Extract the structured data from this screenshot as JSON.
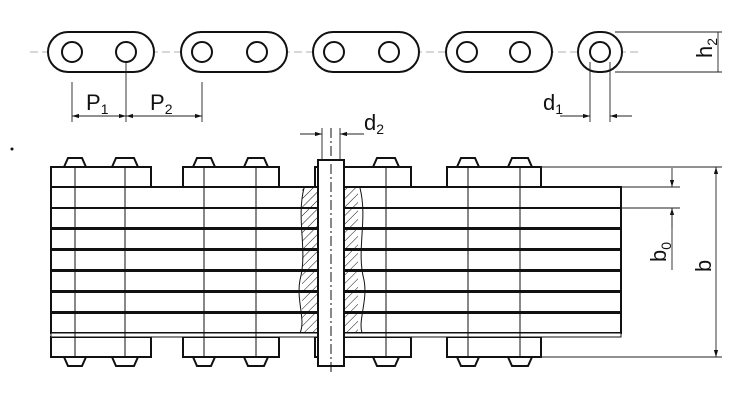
{
  "labels": {
    "p": "P",
    "p_sub1": "1",
    "p_sub2": "2",
    "d": "d",
    "d1_sub": "1",
    "d2_sub": "2",
    "h": "h",
    "h2_sub": "2",
    "b": "b",
    "b0": "b",
    "b0_sub": "0"
  },
  "colors": {
    "line": "#111111",
    "centerline": "#999999",
    "hatch": "#111111",
    "background": "#ffffff"
  }
}
